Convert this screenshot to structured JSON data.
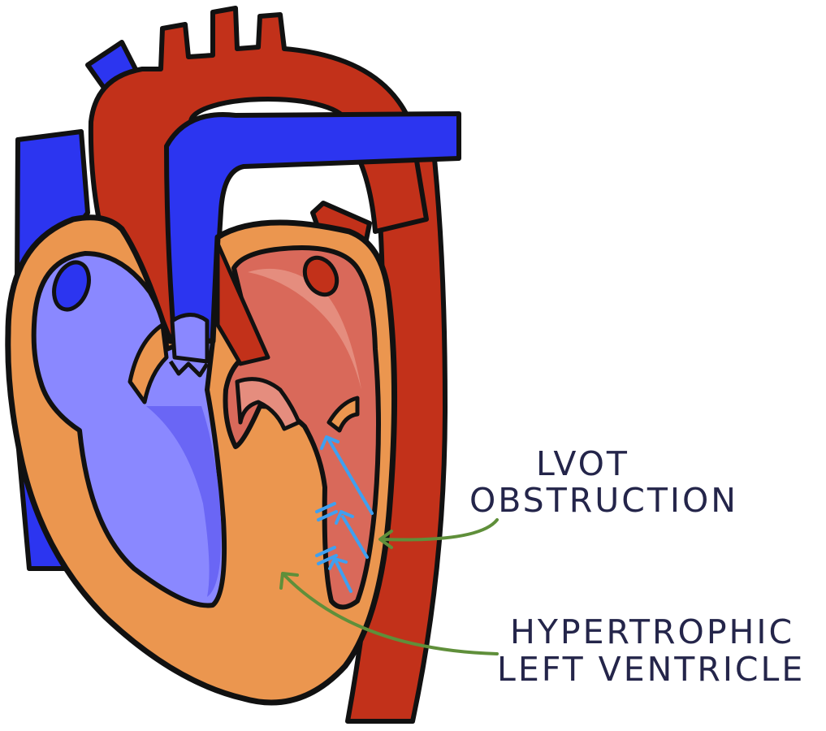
{
  "labels": {
    "lvot_line1": "LVOT",
    "lvot_line2": "OBSTRUCTION",
    "hyp_line1": "HYPERTROPHIC",
    "hyp_line2": "LEFT VENTRICLE"
  },
  "colors": {
    "outline": "#111111",
    "vein_blue": "#2c35f0",
    "artery_red": "#c2311a",
    "heart_muscle": "#eb964f",
    "right_chambers": "#8a88ff",
    "right_chambers_shade": "#6a66f5",
    "left_chambers": "#d9695a",
    "left_chambers_light": "#e58d7e",
    "flow_arrows": "#3fa0f0",
    "pointer_arrows": "#5f8f3a",
    "label_text": "#24254a"
  },
  "icons": [
    "heart-diagram",
    "flow-arrow-icon",
    "pointer-arrow-icon"
  ]
}
